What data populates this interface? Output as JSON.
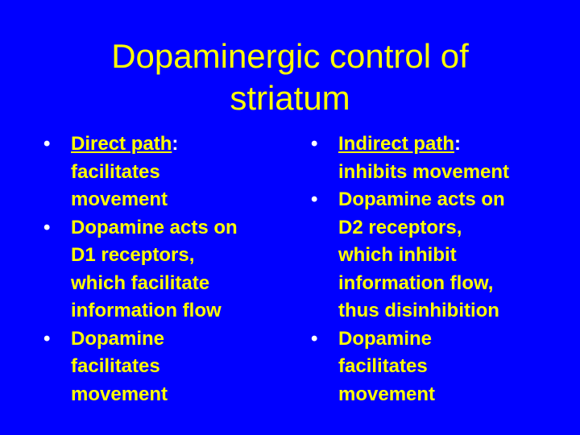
{
  "slide": {
    "title_line1": "Dopaminergic control of",
    "title_line2": "striatum",
    "left": {
      "items": [
        {
          "head": "Direct path",
          "colon": ":",
          "text": " facilitates movement"
        },
        {
          "text": "Dopamine acts on D1 receptors, which facilitate information flow"
        },
        {
          "text": "Dopamine facilitates movement"
        }
      ]
    },
    "right": {
      "items": [
        {
          "head": "Indirect path",
          "colon": ":",
          "text": " inhibits movement"
        },
        {
          "text": "Dopamine acts on D2 receptors, which inhibit information flow, thus disinhibition"
        },
        {
          "text": "Dopamine facilitates movement"
        }
      ]
    },
    "bullet_char": "•",
    "colors": {
      "background": "#0000ff",
      "text": "#ffff00",
      "bullet": "#ffffff"
    }
  }
}
